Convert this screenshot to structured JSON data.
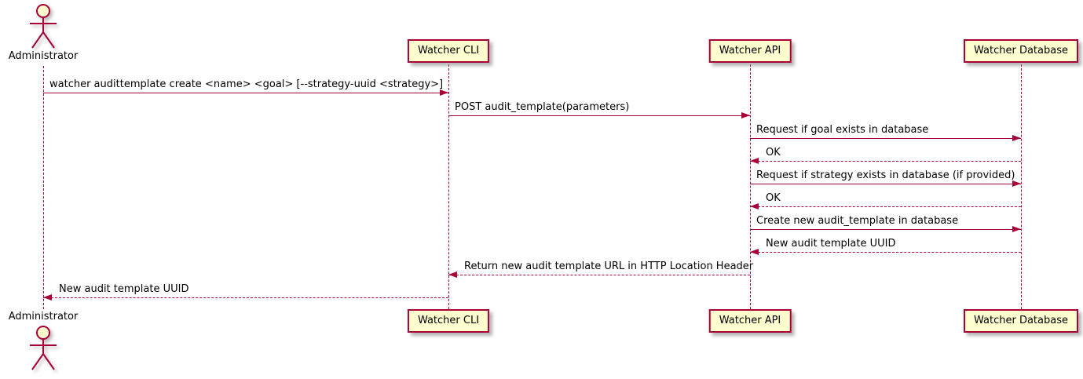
{
  "diagram": {
    "type": "sequence-diagram",
    "colors": {
      "accent": "#A80036",
      "participant_fill": "#FEFECE",
      "text": "#000000",
      "background": "#FFFFFF"
    },
    "actor": {
      "label": "Administrator",
      "icon": "stick-figure"
    },
    "participants": [
      {
        "id": "watcher-cli",
        "label": "Watcher CLI"
      },
      {
        "id": "watcher-api",
        "label": "Watcher API"
      },
      {
        "id": "watcher-database",
        "label": "Watcher Database"
      }
    ],
    "messages": [
      {
        "from": "Administrator",
        "to": "Watcher CLI",
        "text": "watcher audittemplate create <name> <goal> [--strategy-uuid <strategy>]",
        "line": "solid",
        "direction": "right"
      },
      {
        "from": "Watcher CLI",
        "to": "Watcher API",
        "text": "POST audit_template(parameters)",
        "line": "solid",
        "direction": "right"
      },
      {
        "from": "Watcher API",
        "to": "Watcher Database",
        "text": "Request if goal exists in database",
        "line": "solid",
        "direction": "right"
      },
      {
        "from": "Watcher Database",
        "to": "Watcher API",
        "text": "OK",
        "line": "dashed",
        "direction": "left"
      },
      {
        "from": "Watcher API",
        "to": "Watcher Database",
        "text": "Request if strategy exists in database (if provided)",
        "line": "solid",
        "direction": "right"
      },
      {
        "from": "Watcher Database",
        "to": "Watcher API",
        "text": "OK",
        "line": "dashed",
        "direction": "left"
      },
      {
        "from": "Watcher API",
        "to": "Watcher Database",
        "text": "Create new audit_template in database",
        "line": "solid",
        "direction": "right"
      },
      {
        "from": "Watcher Database",
        "to": "Watcher API",
        "text": "New audit template UUID",
        "line": "dashed",
        "direction": "left"
      },
      {
        "from": "Watcher API",
        "to": "Watcher CLI",
        "text": "Return new audit template URL in HTTP Location Header",
        "line": "dashed",
        "direction": "left"
      },
      {
        "from": "Watcher CLI",
        "to": "Administrator",
        "text": "New audit template UUID",
        "line": "dashed",
        "direction": "left"
      }
    ]
  }
}
